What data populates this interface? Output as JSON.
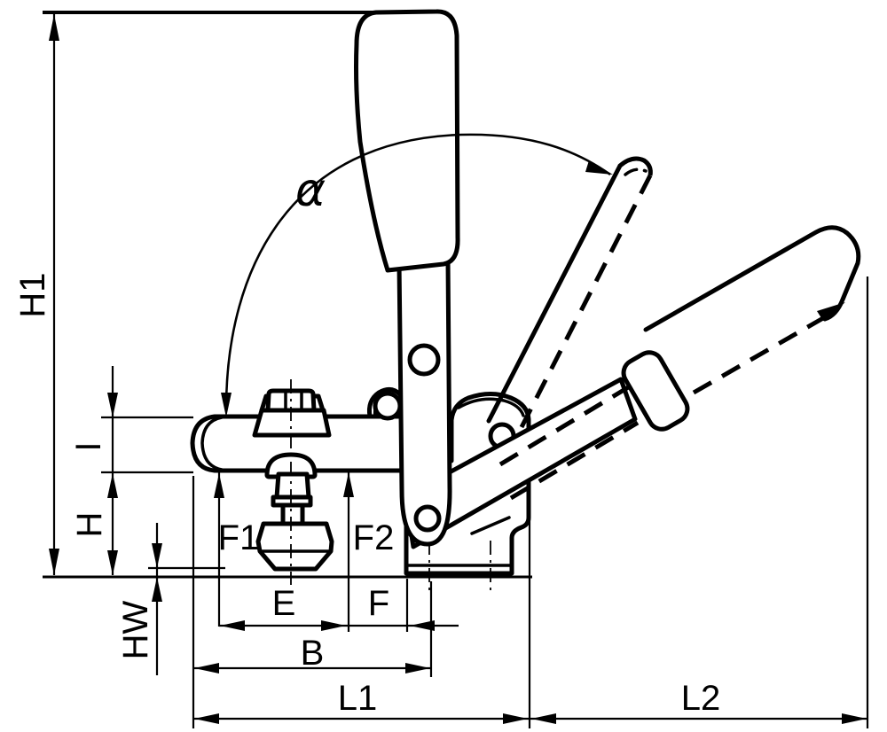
{
  "diagram": {
    "background_color": "#ffffff",
    "line_color": "#000000",
    "labels": {
      "h1": "H1",
      "i": "I",
      "h": "H",
      "hw": "HW",
      "f1": "F1",
      "f2": "F2",
      "e": "E",
      "f": "F",
      "b": "B",
      "l1": "L1",
      "l2": "L2",
      "alpha": "α"
    }
  }
}
